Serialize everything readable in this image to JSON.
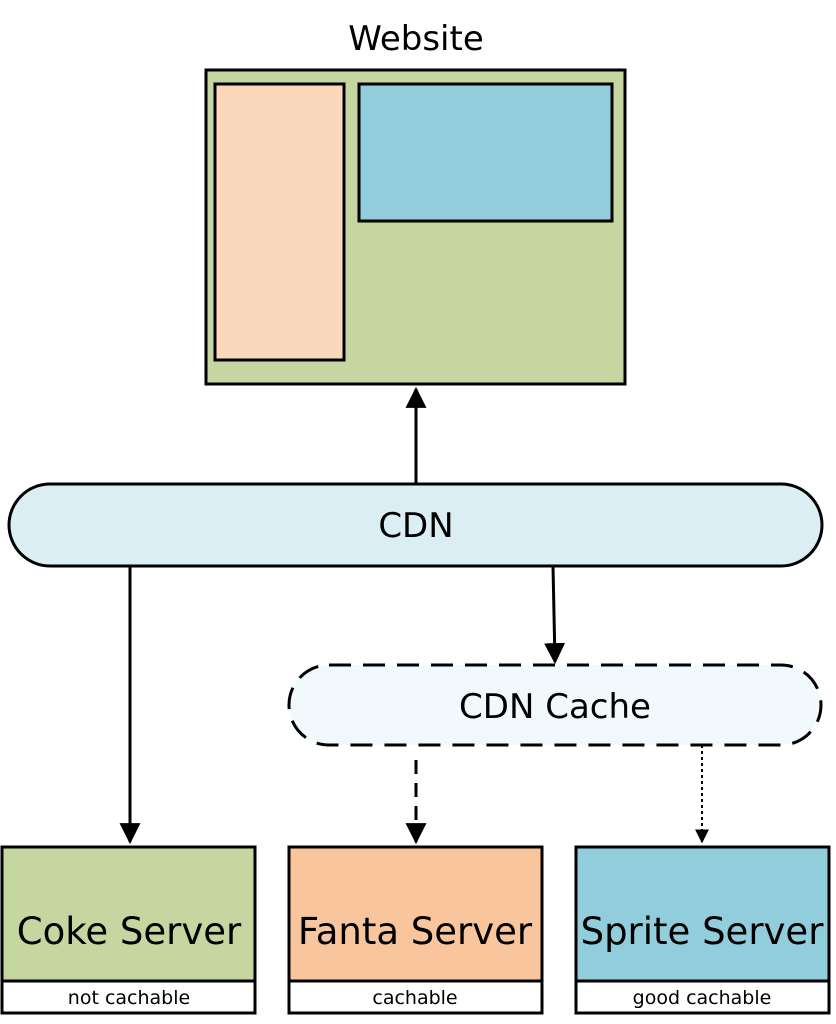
{
  "website": {
    "title": "Website",
    "outer_color": "#c5d6a0",
    "left_panel_color": "#fbd7bc",
    "right_panel_color": "#92cddb"
  },
  "cdn": {
    "label": "CDN",
    "color": "#daeef4"
  },
  "cdn_cache": {
    "label": "CDN Cache",
    "color": "#f2f9fc"
  },
  "servers": [
    {
      "name": "Coke Server",
      "caption": "not cachable",
      "color": "#c5d6a0"
    },
    {
      "name": "Fanta Server",
      "caption": "cachable",
      "color": "#f9c59c"
    },
    {
      "name": "Sprite Server",
      "caption": "good cachable",
      "color": "#92cddb"
    }
  ]
}
